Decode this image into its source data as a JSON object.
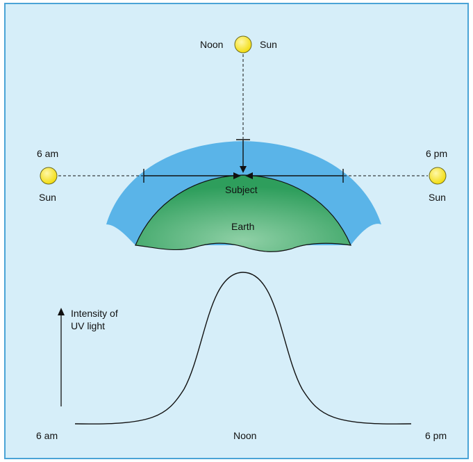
{
  "colors": {
    "background": "#d6eef9",
    "border": "#4aa3d6",
    "atmosphere": "#5ab4e8",
    "earth": "#2e9e5c",
    "sun": "#f2dc10",
    "line": "#111111"
  },
  "labels": {
    "noon_left": "Noon",
    "noon_right": "Sun",
    "morning_time": "6 am",
    "morning_sun": "Sun",
    "evening_time": "6 pm",
    "evening_sun": "Sun",
    "subject": "Subject",
    "earth": "Earth",
    "intensity_axis": [
      "Intensity of",
      "UV light"
    ]
  },
  "graph": {
    "x_labels": {
      "start": "6 am",
      "middle": "Noon",
      "end": "6 pm"
    }
  },
  "icons": {
    "sun": "sun-icon",
    "arrow": "arrow-up-icon"
  }
}
